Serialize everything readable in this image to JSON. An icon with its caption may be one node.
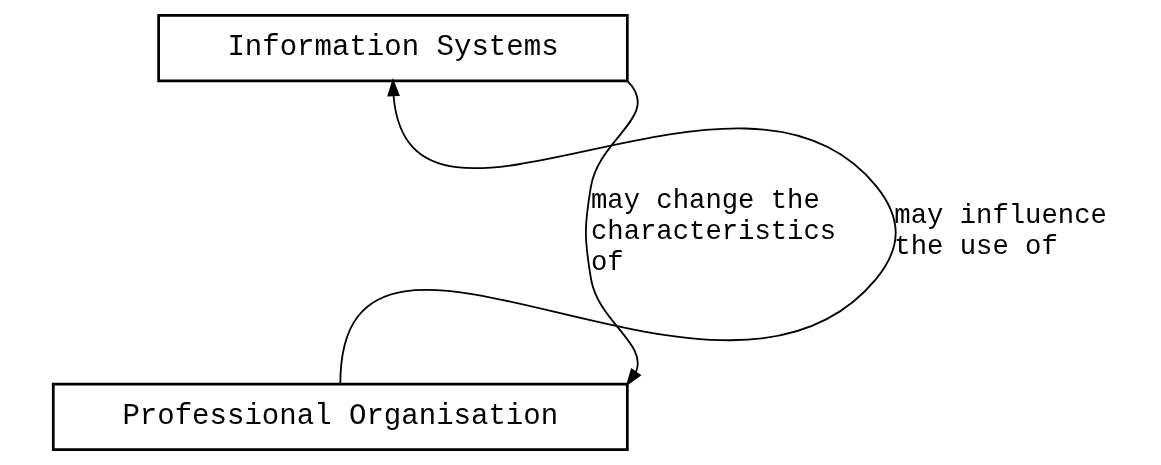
{
  "diagram": {
    "nodes": [
      {
        "text": [
          "Information Systems"
        ]
      },
      {
        "text": [
          "Professional Organisation"
        ]
      }
    ],
    "edges": [
      {
        "from": 1,
        "to": 0,
        "arrow": "to",
        "label": "may influence the use of"
      },
      {
        "from": 0,
        "to": 1,
        "arrow": "to",
        "label": "may change the characteristics of"
      }
    ]
  }
}
